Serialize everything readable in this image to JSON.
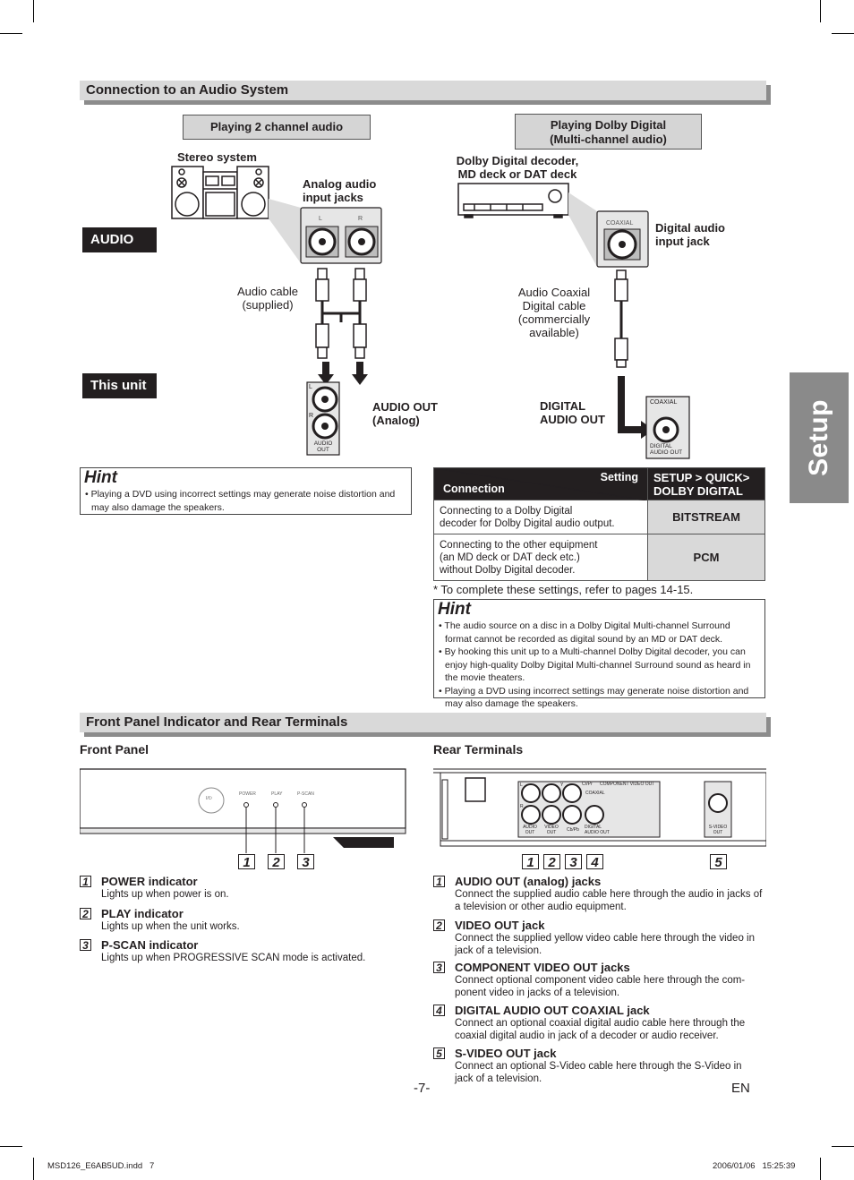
{
  "section_audio": {
    "title": "Connection to an Audio System",
    "playing_2ch": "Playing 2 channel audio",
    "playing_dolby_line1": "Playing Dolby Digital",
    "playing_dolby_line2": "(Multi-channel audio)",
    "audio_tag": "AUDIO",
    "this_unit_tag": "This unit",
    "stereo_system": "Stereo system",
    "analog_input_line1": "Analog audio",
    "analog_input_line2": "input jacks",
    "jack_L": "L",
    "jack_R": "R",
    "audio_cable_line1": "Audio cable",
    "audio_cable_line2": "(supplied)",
    "audio_out_line1": "AUDIO OUT",
    "audio_out_line2": "(Analog)",
    "unit_jack_L": "L",
    "unit_jack_R": "R",
    "unit_audio_out_line1": "AUDIO",
    "unit_audio_out_line2": "OUT",
    "dolby_decoder_line1": "Dolby  Digital  decoder,",
    "dolby_decoder_line2": "MD deck or DAT deck",
    "coaxial_small": "COAXIAL",
    "digital_input_line1": "Digital audio",
    "digital_input_line2": "input jack",
    "coax_cable_line1": "Audio Coaxial",
    "coax_cable_line2": "Digital cable",
    "coax_cable_line3": "(commercially",
    "coax_cable_line4": "available)",
    "digital_audio_out_line1": "DIGITAL",
    "digital_audio_out_line2": "AUDIO OUT",
    "unit_coaxial": "COAXIAL",
    "unit_digital_line1": "DIGITAL",
    "unit_digital_line2": "AUDIO OUT"
  },
  "hint1": {
    "title": "Hint",
    "items": [
      "Playing a DVD using incorrect settings may generate noise distortion and may also damage the speakers."
    ]
  },
  "settings_table": {
    "header_setting": "Setting",
    "header_connection": "Connection",
    "header_value_line1": "SETUP > QUICK>",
    "header_value_line2": "DOLBY DIGITAL",
    "rows": [
      {
        "conn_line1": "Connecting to a Dolby Digital",
        "conn_line2": "decoder for Dolby Digital audio output.",
        "conn_line3": "",
        "value": "BITSTREAM"
      },
      {
        "conn_line1": "Connecting to the other equipment",
        "conn_line2": "(an MD deck or DAT deck etc.)",
        "conn_line3": "without Dolby Digital decoder.",
        "value": "PCM"
      }
    ],
    "note": "* To complete these settings, refer to pages 14-15."
  },
  "hint2": {
    "title": "Hint",
    "items": [
      "The audio source on a disc in a Dolby Digital Multi-channel Surround format cannot be recorded as digital sound by an MD or DAT deck.",
      "By hooking this unit up to a Multi-channel Dolby Digital decoder, you can enjoy high-quality Dolby Digital Multi-channel Surround sound as heard in the movie theaters.",
      "Playing a DVD using incorrect settings may generate noise distortion and may also damage the speakers."
    ]
  },
  "section_panel": {
    "title": "Front Panel Indicator and Rear Terminals",
    "front_panel": "Front Panel",
    "rear_terminals": "Rear Terminals",
    "fp_power": "POWER",
    "fp_play": "PLAY",
    "fp_pscan": "P-SCAN",
    "fp_standby": "I/⏻",
    "rt_cr": "Cr/Pr",
    "rt_component": "COMPONENT  VIDEO OUT",
    "rt_coaxial": "COAXIAL",
    "rt_audio_out": "AUDIO OUT",
    "rt_video_out": "VIDEO OUT",
    "rt_cb": "Cb/Pb",
    "rt_digital": "DIGITAL AUDIO OUT",
    "rt_svideo": "S-VIDEO OUT",
    "rt_L": "L",
    "rt_R": "R",
    "rt_Y": "Y"
  },
  "front_numbers": [
    "1",
    "2",
    "3"
  ],
  "rear_numbers": [
    "1",
    "2",
    "3",
    "4",
    "5"
  ],
  "front_items": [
    {
      "num": "1",
      "title": "POWER indicator",
      "desc": "Lights up when power is on."
    },
    {
      "num": "2",
      "title": "PLAY indicator",
      "desc": "Lights up when the unit works."
    },
    {
      "num": "3",
      "title": "P-SCAN indicator",
      "desc": "Lights up when PROGRESSIVE SCAN mode is activated."
    }
  ],
  "rear_items": [
    {
      "num": "1",
      "title": "AUDIO OUT (analog) jacks",
      "desc": "Connect the supplied audio cable here through the audio in jacks of a television or other audio equipment."
    },
    {
      "num": "2",
      "title": "VIDEO OUT jack",
      "desc": "Connect the supplied yellow video cable here through the video in jack of a television."
    },
    {
      "num": "3",
      "title": "COMPONENT VIDEO OUT jacks",
      "desc": "Connect optional component video cable here through the com-ponent video in jacks of a television."
    },
    {
      "num": "4",
      "title": "DIGITAL AUDIO OUT COAXIAL jack",
      "desc": "Connect an optional coaxial digital audio cable here through the coaxial digital audio in jack of a decoder or audio receiver."
    },
    {
      "num": "5",
      "title": "S-VIDEO OUT jack",
      "desc": "Connect an optional S-Video cable here through the S-Video in jack of a television."
    }
  ],
  "side_tab": "Setup",
  "page_number": "-7-",
  "language": "EN",
  "footer_file": "MSD126_E6AB5UD.indd   7",
  "footer_date": "2006/01/06   15:25:39"
}
